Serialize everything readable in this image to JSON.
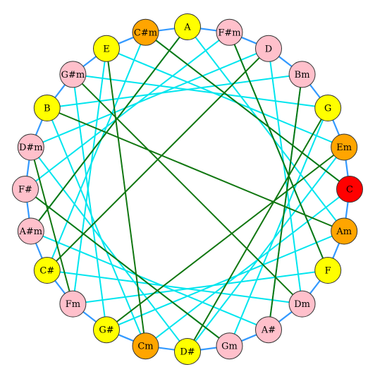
{
  "colors": {
    "ring": "#3399ff",
    "cyan_edge": "#00e5ee",
    "green_edge": "#117711",
    "node_stroke": "#333333",
    "red": "#ff0000",
    "orange": "#ffa500",
    "yellow": "#ffff00",
    "pink": "#ffc0cb"
  },
  "nodes": [
    {
      "id": "C",
      "label": "C",
      "color": "red"
    },
    {
      "id": "Am",
      "label": "Am",
      "color": "orange"
    },
    {
      "id": "F",
      "label": "F",
      "color": "yellow"
    },
    {
      "id": "Dm",
      "label": "Dm",
      "color": "pink"
    },
    {
      "id": "A#",
      "label": "A#",
      "color": "pink"
    },
    {
      "id": "Gm",
      "label": "Gm",
      "color": "pink"
    },
    {
      "id": "D#",
      "label": "D#",
      "color": "yellow"
    },
    {
      "id": "Cm",
      "label": "Cm",
      "color": "orange"
    },
    {
      "id": "G#",
      "label": "G#",
      "color": "yellow"
    },
    {
      "id": "Fm",
      "label": "Fm",
      "color": "pink"
    },
    {
      "id": "C#",
      "label": "C#",
      "color": "yellow"
    },
    {
      "id": "A#m",
      "label": "A#m",
      "color": "pink"
    },
    {
      "id": "F#",
      "label": "F#",
      "color": "pink"
    },
    {
      "id": "D#m",
      "label": "D#m",
      "color": "pink"
    },
    {
      "id": "B",
      "label": "B",
      "color": "yellow"
    },
    {
      "id": "G#m",
      "label": "G#m",
      "color": "pink"
    },
    {
      "id": "E",
      "label": "E",
      "color": "yellow"
    },
    {
      "id": "C#m",
      "label": "C#m",
      "color": "orange"
    },
    {
      "id": "A",
      "label": "A",
      "color": "yellow"
    },
    {
      "id": "F#m",
      "label": "F#m",
      "color": "pink"
    },
    {
      "id": "D",
      "label": "D",
      "color": "pink"
    },
    {
      "id": "Bm",
      "label": "Bm",
      "color": "pink"
    },
    {
      "id": "G",
      "label": "G",
      "color": "yellow"
    },
    {
      "id": "Em",
      "label": "Em",
      "color": "orange"
    }
  ],
  "green_edges": [
    [
      "C",
      "C#m"
    ],
    [
      "Am",
      "B"
    ],
    [
      "F",
      "F#m"
    ],
    [
      "Dm",
      "G#m"
    ],
    [
      "A#",
      "Bm"
    ],
    [
      "Gm",
      "F#"
    ],
    [
      "D#",
      "G"
    ],
    [
      "Cm",
      "E"
    ],
    [
      "G#",
      "Em"
    ],
    [
      "Fm",
      "D#m"
    ],
    [
      "C#",
      "D"
    ],
    [
      "A#m",
      "A"
    ]
  ]
}
